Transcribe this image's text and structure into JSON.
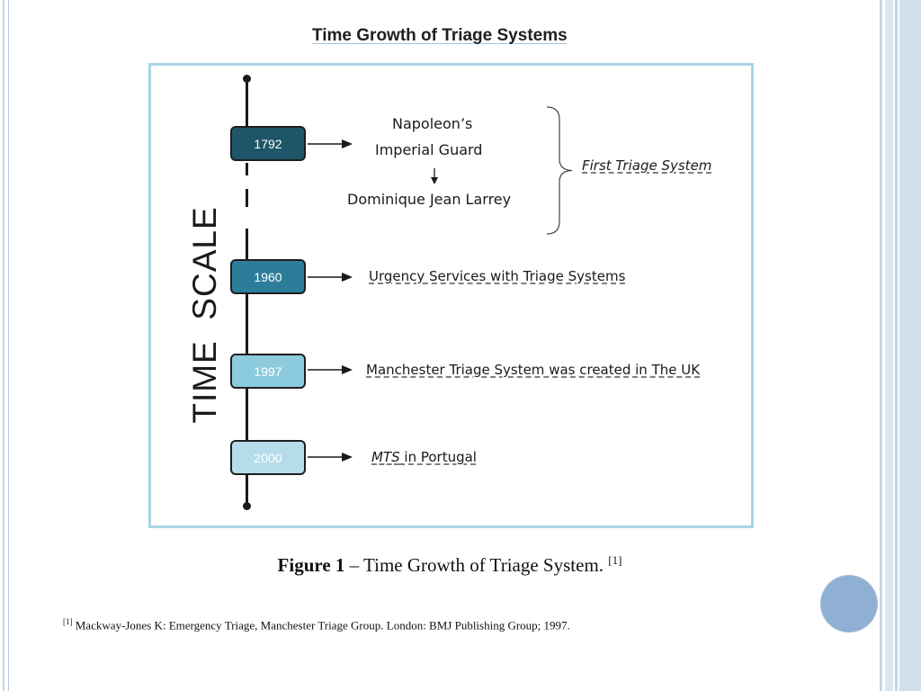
{
  "slide": {
    "title": "Time Growth of Triage Systems"
  },
  "diagram": {
    "axis_label": "TIME  SCALE",
    "events": [
      {
        "year": "1792",
        "color": "#1f5568"
      },
      {
        "year": "1960",
        "color": "#2c7d99"
      },
      {
        "year": "1997",
        "color": "#8ccbde"
      },
      {
        "year": "2000",
        "color": "#b5dcea"
      }
    ],
    "napoleon_line1": "Napoleon’s",
    "napoleon_line2": "Imperial Guard",
    "larrey": "Dominique Jean Larrey",
    "first_triage": "First Triage System",
    "event_1960": "Urgency Services with Triage Systems",
    "event_1997": "Manchester Triage System was created in The UK",
    "event_2000_italic": "MTS",
    "event_2000_rest": " in Portugal"
  },
  "caption": {
    "label": "Figure 1",
    "text": " – Time Growth of Triage System. ",
    "ref": "[1]"
  },
  "footnote": {
    "ref": "[1]",
    "text": " Mackway-Jones K: Emergency Triage, Manchester Triage Group. London: BMJ Publishing Group; 1997."
  },
  "colors": {
    "frame_border": "#a6d5e6",
    "right_stripe_dark": "#c3d3e3",
    "circle": "#8fb0d4"
  }
}
